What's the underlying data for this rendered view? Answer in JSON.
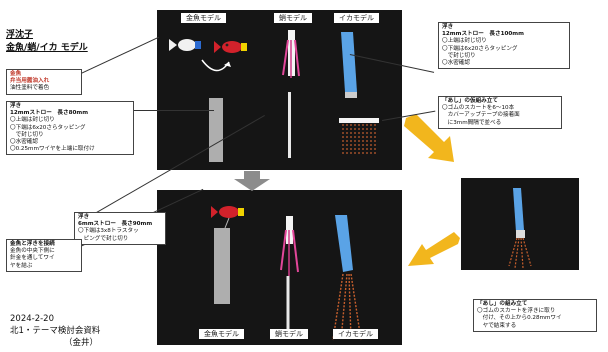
{
  "title": {
    "line1": "浮沈子",
    "line2": "金魚/蛸/イカ モデル"
  },
  "top_photo_labels": {
    "goldfish": "金魚モデル",
    "octopus": "蛸モデル",
    "squid": "イカモデル"
  },
  "bottom_photo_labels": {
    "goldfish": "金魚モデル",
    "octopus": "蛸モデル",
    "squid": "イカモデル"
  },
  "note_goldfish": {
    "h1": "金魚",
    "h2": "弁当用醤油入れ",
    "l1": "油性塗料で着色"
  },
  "note_float80": {
    "h1": "浮き",
    "h2": "12mmストロー　長さ80mm",
    "l1": "〇上端は封じ切り",
    "l2": "〇下端は6x20さらタッピング",
    "l3": "　で封じ切り",
    "l4": "〇水密確認",
    "l5": "〇0.25mmワイヤを上端に取付け"
  },
  "note_float90": {
    "h1": "浮き",
    "h2": "6mmストロー　長さ90mm",
    "l1": "〇下端は3x8トラスタッ",
    "l2": "　ピングで封じ切り"
  },
  "note_float100": {
    "h1": "浮き",
    "h2": "12mmストロー　長さ100mm",
    "l1": "〇上端は封じ切り",
    "l2": "〇下端は6x20さらタッピング",
    "l3": "　で封じ切り",
    "l4": "〇水密確認"
  },
  "note_legs_prep": {
    "h1": "「あし」の仮組み立て",
    "l1": "〇ゴムのスカートを6～10本",
    "l2": "　カバーアップテープの接着面",
    "l3": "　に3mm間隔で並べる"
  },
  "note_connect": {
    "h1": "金魚と浮きを接続",
    "l1": "金魚の中央下側に",
    "l2": "針金を通してワイ",
    "l3": "ヤを結ぶ"
  },
  "note_legs_assembly": {
    "h1": "「あし」の組み立て",
    "l1": "〇ゴムのスカートを浮きに取り",
    "l2": "　付け、その上から0.28mmワイ",
    "l3": "　ヤで結束する"
  },
  "footer": {
    "date": "2024-2-20",
    "line2": "北1・テーマ検討会資料",
    "line3": "（金井）"
  },
  "colors": {
    "arrow_yellow": "#f2b61d",
    "arrow_gray": "#8c8c8c",
    "photo_bg": "#151515",
    "note_red": "#c0392b",
    "note_blue": "#1f5fb0"
  }
}
